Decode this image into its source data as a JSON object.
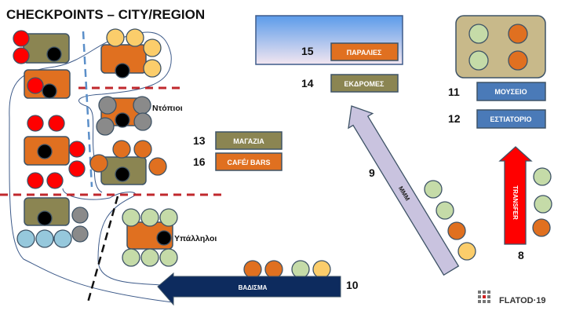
{
  "title": "CHECKPOINTS – CITY/REGION",
  "labels": {
    "locals": "Ντόπιοι",
    "employees": "Υπάλληλοι"
  },
  "checkpoints": [
    {
      "number": "13",
      "label": "ΜΑΓΑΖΙΑ",
      "color": "#8b8552"
    },
    {
      "number": "16",
      "label": "CAFÉ/ BARS",
      "color": "#e07020"
    },
    {
      "number": "15",
      "label": "ΠΑΡΑΛΙΕΣ",
      "color": "#e07020"
    },
    {
      "number": "14",
      "label": "ΕΚΔΡΟΜΕΣ",
      "color": "#8b8552"
    },
    {
      "number": "11",
      "label": "ΜΟΥΣΕΙΟ",
      "color": "#4a7ab8"
    },
    {
      "number": "12",
      "label": "ΕΣΤΙΑΤΟΡΙΟ",
      "color": "#4a7ab8"
    }
  ],
  "arrows": {
    "mmm": {
      "number": "9",
      "label": "MMM",
      "color": "#c9c3df"
    },
    "transfer": {
      "number": "8",
      "label": "TRANSFER",
      "color": "#ff0000"
    },
    "walking": {
      "number": "10",
      "label": "ΒΑΔΙΣΜΑ",
      "color": "#0d2b5e"
    }
  },
  "logo": {
    "text": "FLATOD·19"
  },
  "colors": {
    "olive": "#8b8552",
    "orange": "#e07020",
    "red": "#ff0000",
    "gray": "#8a8a8a",
    "yellow": "#fbcd6b",
    "lightgreen": "#c5dba8",
    "lightblue": "#96c8dc",
    "tan": "#c8b98a"
  }
}
